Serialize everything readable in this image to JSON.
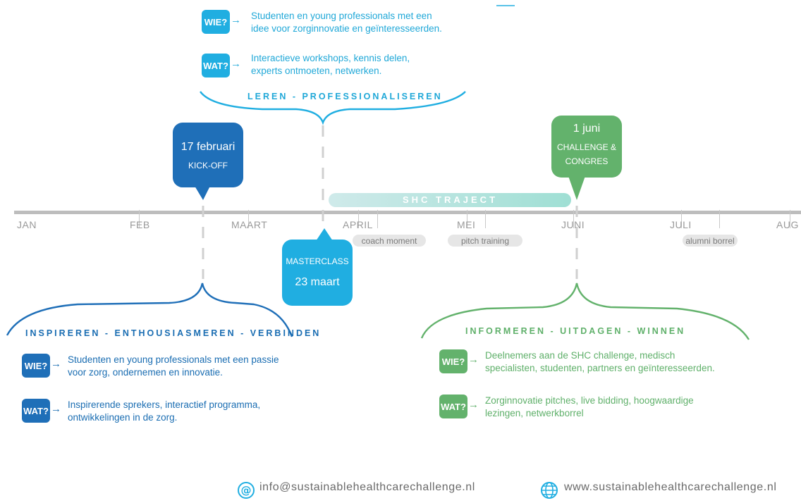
{
  "top": {
    "wie_label": "WIE?",
    "wie_text_1": "Studenten en young professionals met een",
    "wie_text_2": "idee voor zorginnovatie en geïnteresseerden.",
    "wat_label": "WAT?",
    "wat_text_1": "Interactieve workshops, kennis delen,",
    "wat_text_2": "experts ontmoeten, netwerken.",
    "heading": "LEREN - PROFESSIONALISEREN",
    "color": "#20aee1"
  },
  "left": {
    "heading": "INSPIREREN - ENTHOUSIASMEREN - VERBINDEN",
    "wie_label": "WIE?",
    "wie_text_1": "Studenten en young professionals met een passie",
    "wie_text_2": "voor zorg, ondernemen en innovatie.",
    "wat_label": "WAT?",
    "wat_text_1": "Inspirerende sprekers, interactief programma,",
    "wat_text_2": "ontwikkelingen in de zorg.",
    "color": "#1f6fb8"
  },
  "right": {
    "heading": "INFORMEREN - UITDAGEN - WINNEN",
    "wie_label": "WIE?",
    "wie_text_1": "Deelnemers aan de SHC challenge, medisch",
    "wie_text_2": "specialisten, studenten, partners en geïnteresseerden.",
    "wat_label": "WAT?",
    "wat_text_1": "Zorginnovatie pitches, live bidding, hoogwaardige",
    "wat_text_2": "lezingen, netwerkborrel",
    "color": "#63b26c"
  },
  "timeline": {
    "trajectory_label": "SHC TRAJECT",
    "months": [
      "JAN",
      "FEB",
      "MAART",
      "APRIL",
      "MEI",
      "JUNI",
      "JULI",
      "AUG"
    ],
    "pills": [
      "coach moment",
      "pitch training",
      "alumni borrel"
    ]
  },
  "callouts": {
    "kickoff_date": "17 februari",
    "kickoff_label": "KICK-OFF",
    "masterclass_label": "MASTERCLASS",
    "masterclass_date": "23 maart",
    "challenge_date": "1 juni",
    "challenge_label_1": "CHALLENGE &",
    "challenge_label_2": "CONGRES"
  },
  "footer": {
    "email": "info@sustainablehealthcarechallenge.nl",
    "website": "www.sustainablehealthcarechallenge.nl"
  }
}
